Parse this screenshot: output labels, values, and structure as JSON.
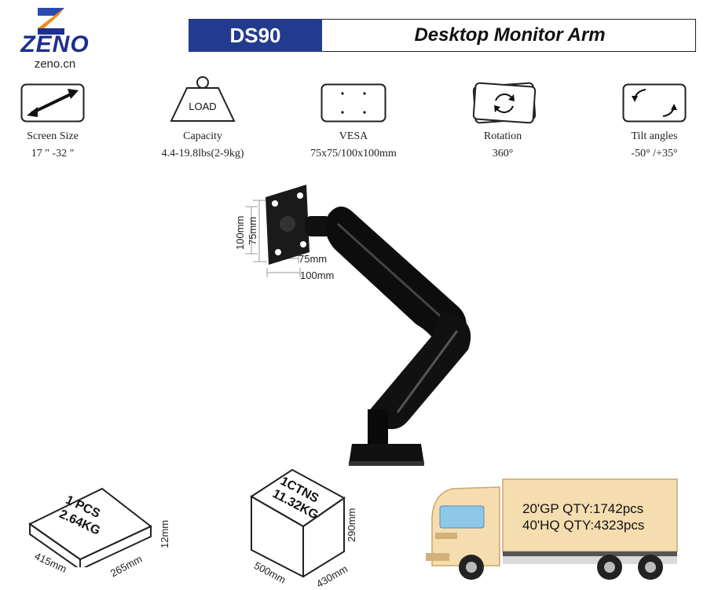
{
  "brand": {
    "name": "ZENO",
    "url": "zeno.cn"
  },
  "header": {
    "model": "DS90",
    "title": "Desktop Monitor Arm"
  },
  "specs": [
    {
      "label": "Screen Size",
      "value": "17 \" -32 \""
    },
    {
      "label": "Capacity",
      "value": "4.4-19.8lbs(2-9kg)",
      "icon_text": "LOAD"
    },
    {
      "label": "VESA",
      "value": "75x75/100x100mm"
    },
    {
      "label": "Rotation",
      "value": "360°"
    },
    {
      "label": "Tilt angles",
      "value": "-50° /+35°"
    }
  ],
  "vesa_dims": {
    "h_outer": "100mm",
    "h_inner": "75mm",
    "w_inner": "75mm",
    "w_outer": "100mm"
  },
  "single_box": {
    "line1": "1 PCS",
    "line2": "2.64KG",
    "length": "415mm",
    "width": "265mm",
    "height": "12mm"
  },
  "carton": {
    "line1": "1CTNS",
    "line2": "11.32KG",
    "length": "500mm",
    "width": "430mm",
    "height": "290mm"
  },
  "shipping": {
    "gp_label": "20'GP QTY:",
    "gp_value": "1742pcs",
    "hq_label": "40'HQ QTY:",
    "hq_value": "4323pcs"
  },
  "colors": {
    "brand_blue": "#233b8e",
    "logo_orange": "#f08a1c",
    "truck_cream": "#f6ddb0"
  }
}
